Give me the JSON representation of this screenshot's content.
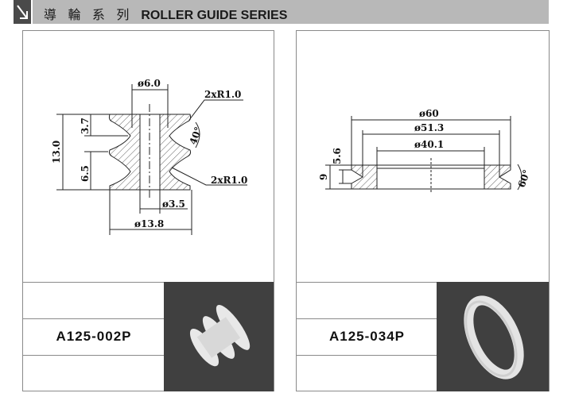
{
  "header": {
    "title_zh": "導 輪 系 列",
    "title_en": "ROLLER GUIDE SERIES"
  },
  "products": [
    {
      "code": "A125-002P",
      "dims": {
        "bore_top": "ø6.0",
        "radius_top": "2xR1.0",
        "angle": "40°",
        "height": "13.0",
        "groove1": "3.7",
        "groove2": "6.5",
        "radius_bottom": "2xR1.0",
        "bore": "ø3.5",
        "outer": "ø13.8"
      }
    },
    {
      "code": "A125-034P",
      "dims": {
        "outer": "ø60",
        "groove": "ø51.3",
        "inner": "ø40.1",
        "height": "9",
        "groove_depth": "5.6",
        "angle": "60°"
      }
    }
  ]
}
